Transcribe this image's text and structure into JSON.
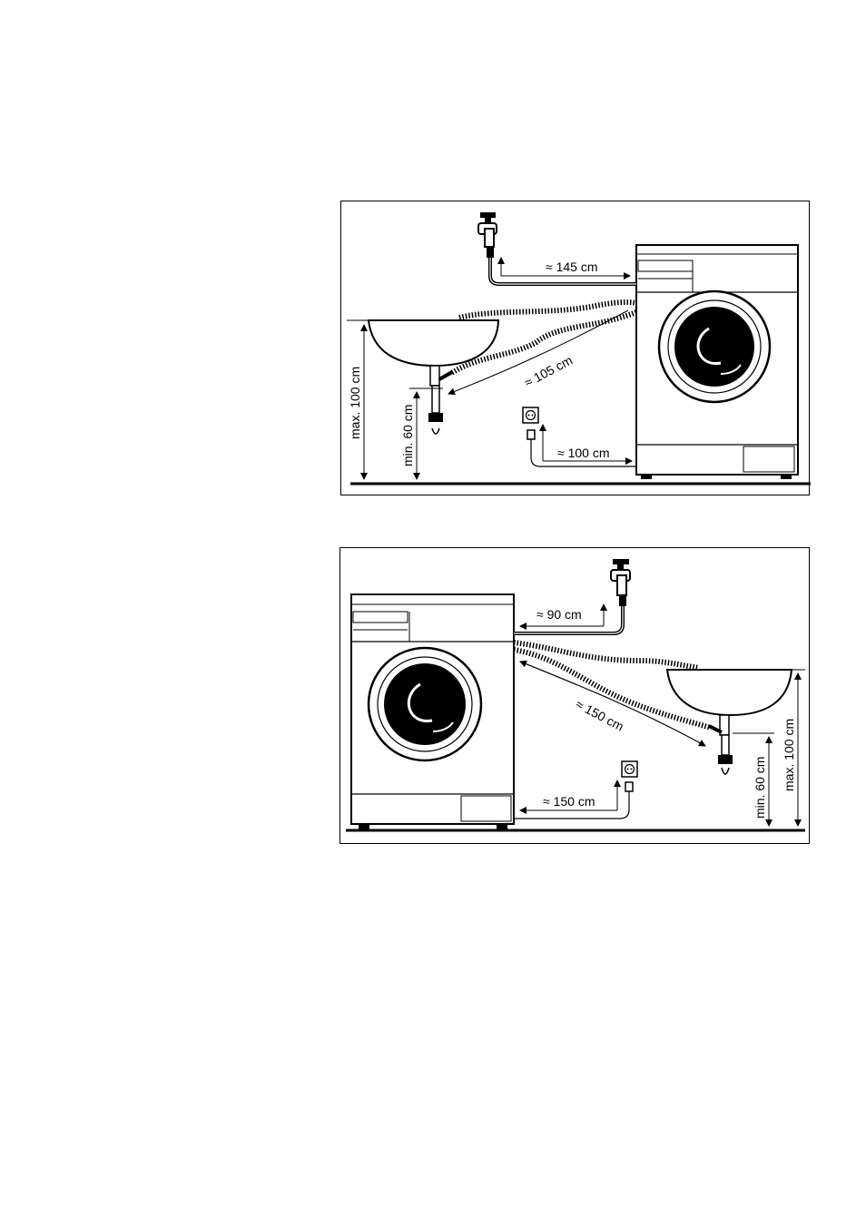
{
  "diagrams": [
    {
      "id": "left-sink-layout",
      "labels": {
        "tap_distance": "≈ 145 cm",
        "drain_distance": "≈ 105 cm",
        "power_distance": "≈ 100 cm",
        "max_height": "max. 100 cm",
        "min_height": "min. 60 cm"
      }
    },
    {
      "id": "right-sink-layout",
      "labels": {
        "tap_distance": "≈ 90 cm",
        "drain_distance": "≈ 150 cm",
        "power_distance": "≈ 150 cm",
        "max_height": "max. 100 cm",
        "min_height": "min. 60 cm"
      }
    }
  ],
  "colors": {
    "line": "#000000",
    "background": "#ffffff"
  }
}
